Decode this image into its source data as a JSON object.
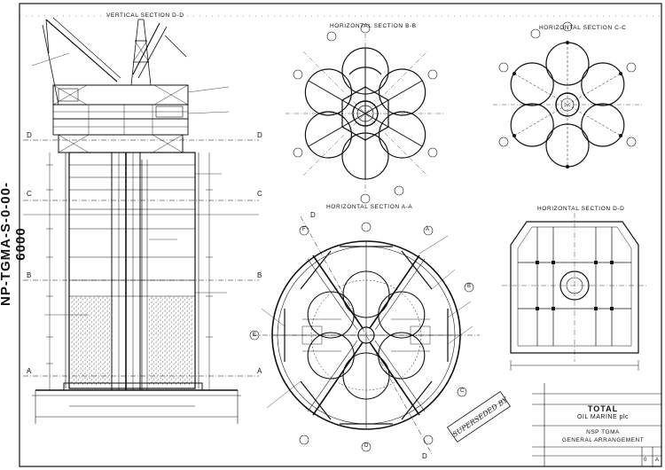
{
  "drawing_number": "NP-TGMA-S-0-00-6000",
  "sections": {
    "vertical": "VERTICAL SECTION D-D",
    "bb": "HORIZONTAL SECTION B-B",
    "cc": "HORIZONTAL SECTION C-C",
    "aa": "HORIZONTAL SECTION A-A",
    "dd": "HORIZONTAL SECTION D-D"
  },
  "section_markers": {
    "a": "A",
    "b": "B",
    "c": "C",
    "d": "D"
  },
  "grid_letters": [
    "A",
    "B",
    "C",
    "D",
    "E",
    "F"
  ],
  "title_block": {
    "company": "TOTAL",
    "subtitle": "OIL MARINE plc",
    "drawing_title_1": "NSP TGMA",
    "drawing_title_2": "GENERAL ARRANGEMENT",
    "sheet": "0",
    "rev": "A"
  },
  "stamp": "SUPERSEDED BY"
}
